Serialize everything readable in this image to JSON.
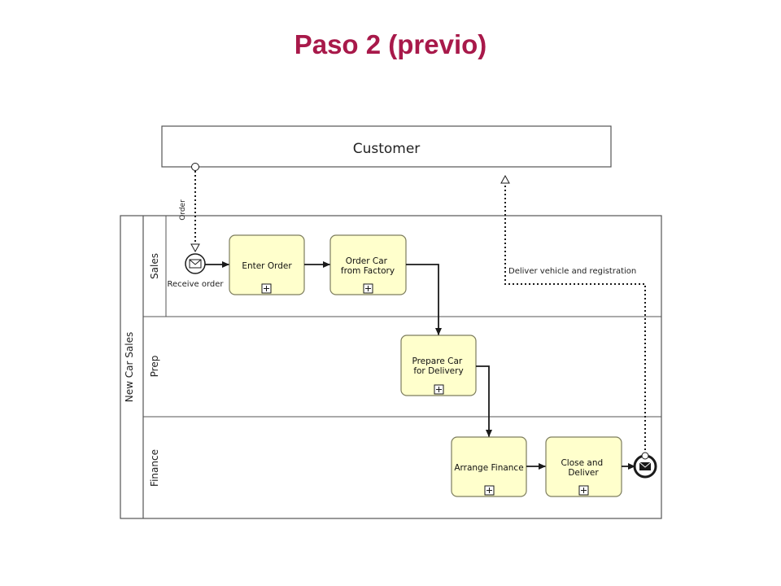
{
  "slide": {
    "title": "Paso 2 (previo)"
  },
  "diagram": {
    "customer_pool": {
      "label": "Customer"
    },
    "main_pool": {
      "label": "New Car Sales",
      "lanes": [
        {
          "label": "Sales"
        },
        {
          "label": "Prep"
        },
        {
          "label": "Finance"
        }
      ]
    },
    "start_event": {
      "label": "Receive order",
      "type": "message"
    },
    "end_event": {
      "type": "message"
    },
    "tasks": [
      {
        "id": "enter-order",
        "lines": [
          "Enter Order"
        ]
      },
      {
        "id": "order-car",
        "lines": [
          "Order Car",
          "from Factory"
        ]
      },
      {
        "id": "prepare-car",
        "lines": [
          "Prepare Car",
          "for Delivery"
        ]
      },
      {
        "id": "arrange-finance",
        "lines": [
          "Arrange Finance"
        ]
      },
      {
        "id": "close-deliver",
        "lines": [
          "Close and",
          "Deliver"
        ]
      }
    ],
    "message_flows": [
      {
        "label": "Order"
      },
      {
        "label": "Deliver vehicle and registration"
      }
    ],
    "colors": {
      "task_fill": "#ffffcc",
      "task_stroke": "#8a8a6a",
      "title": "#a8194a",
      "line": "#1a1a1a"
    }
  }
}
